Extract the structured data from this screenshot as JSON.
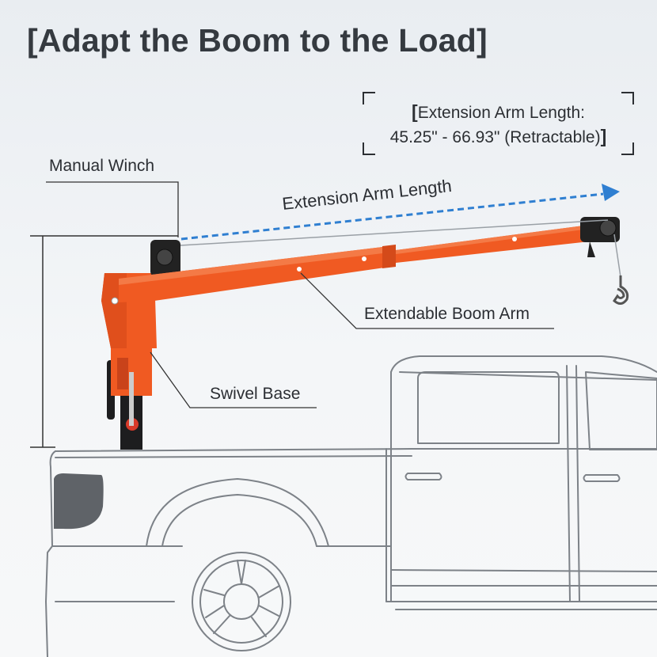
{
  "title": "[Adapt the Boom to the Load]",
  "spec": {
    "bracket_open": "[",
    "line1": "Extension Arm Length:",
    "line2": "45.25\" - 66.93\" (Retractable)",
    "bracket_close": "]"
  },
  "callouts": {
    "manual_winch": "Manual Winch",
    "extension_arm_length": "Extension Arm Length",
    "extendable_boom_arm": "Extendable Boom Arm",
    "swivel_base": "Swivel Base"
  },
  "colors": {
    "boom": "#f05a22",
    "boom_dark": "#c9431a",
    "dimension_arrow": "#2f7fd1",
    "text": "#2b2e33",
    "truck_line": "#7d8288"
  }
}
